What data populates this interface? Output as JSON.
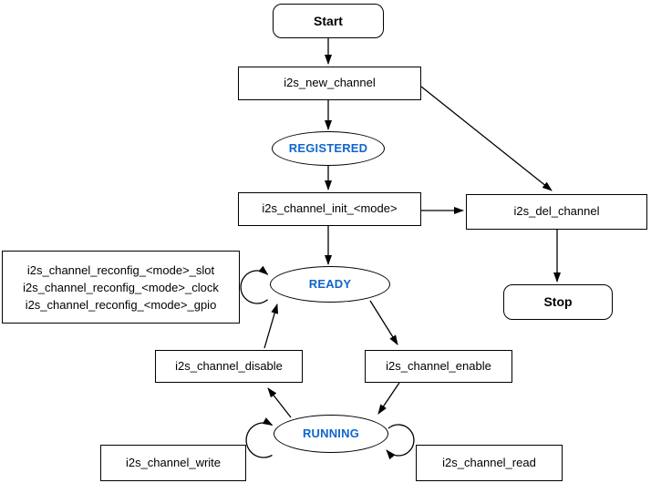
{
  "nodes": {
    "start": {
      "label": "Start"
    },
    "new_channel": {
      "label": "i2s_new_channel"
    },
    "registered": {
      "label": "REGISTERED"
    },
    "init": {
      "label": "i2s_channel_init_<mode>"
    },
    "del_channel": {
      "label": "i2s_del_channel"
    },
    "stop": {
      "label": "Stop"
    },
    "reconfig": {
      "lines": [
        "i2s_channel_reconfig_<mode>_slot",
        "i2s_channel_reconfig_<mode>_clock",
        "i2s_channel_reconfig_<mode>_gpio"
      ]
    },
    "ready": {
      "label": "READY"
    },
    "disable": {
      "label": "i2s_channel_disable"
    },
    "enable": {
      "label": "i2s_channel_enable"
    },
    "running": {
      "label": "RUNNING"
    },
    "write": {
      "label": "i2s_channel_write"
    },
    "read": {
      "label": "i2s_channel_read"
    }
  },
  "colors": {
    "state_text": "#1066CC",
    "stroke": "#000000",
    "background": "#FFFFFF"
  }
}
